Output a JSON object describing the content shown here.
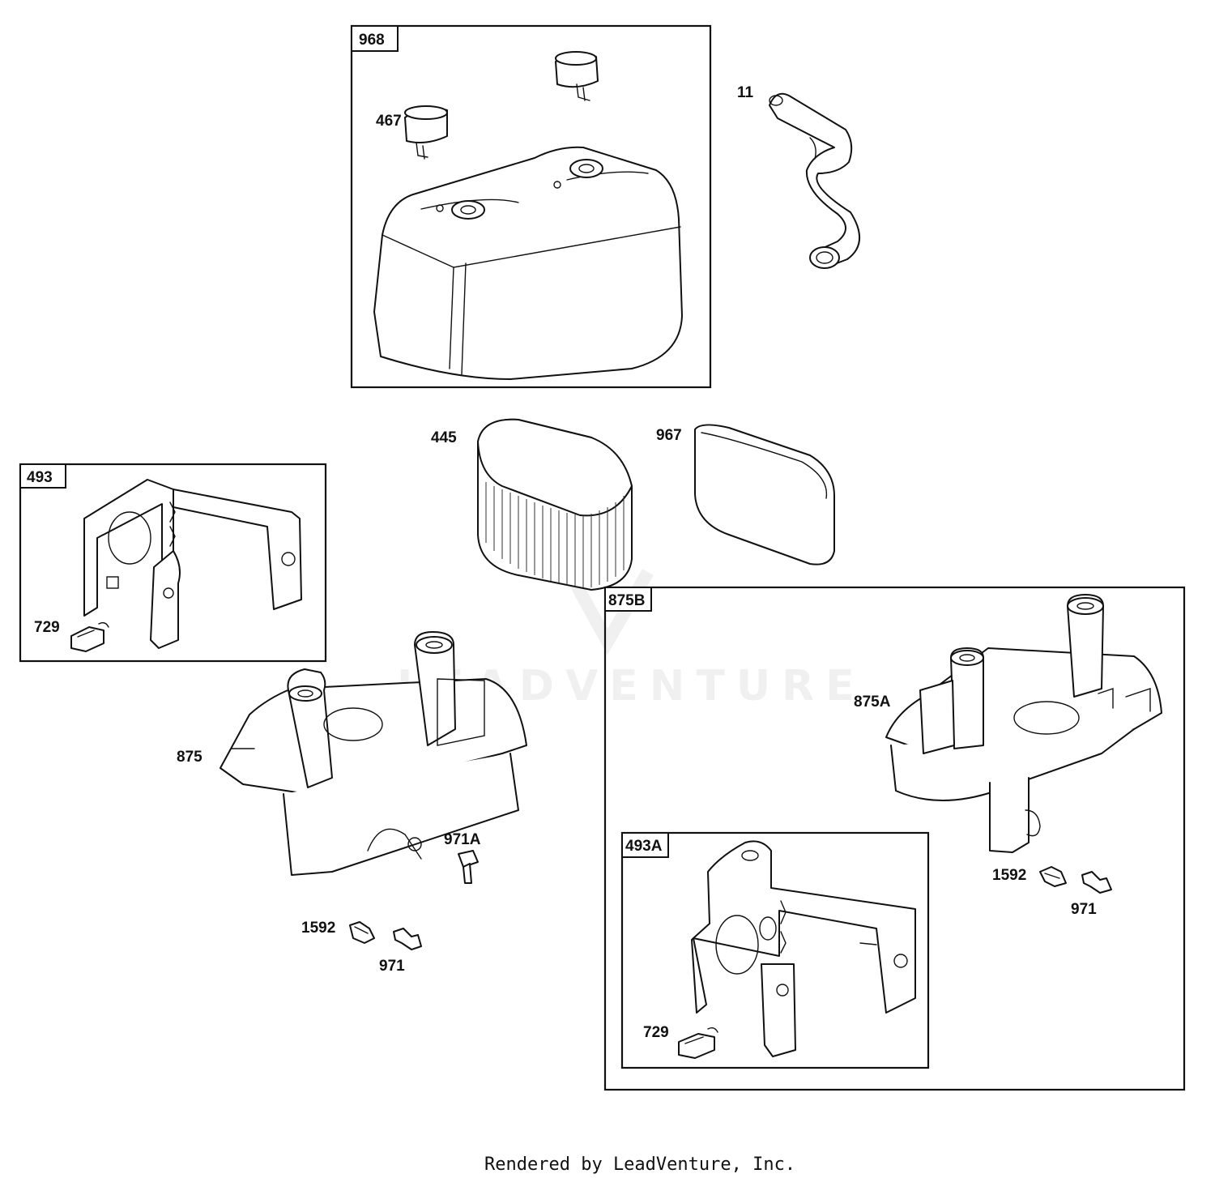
{
  "kits": [
    {
      "id": "968",
      "label": "968"
    },
    {
      "id": "493",
      "label": "493"
    },
    {
      "id": "875B",
      "label": "875B"
    },
    {
      "id": "493A",
      "label": "493A"
    }
  ],
  "callouts": {
    "c467": "467",
    "c11": "11",
    "c445": "445",
    "c967": "967",
    "c729a": "729",
    "c875": "875",
    "c971A": "971A",
    "c1592a": "1592",
    "c971a": "971",
    "c875A": "875A",
    "c1592b": "1592",
    "c971b": "971",
    "c729b": "729"
  },
  "icons": {
    "fuel_cap": "fuel-cap-icon",
    "cover": "air-cleaner-cover-icon",
    "tube": "breather-tube-icon",
    "filter": "air-filter-cartridge-icon",
    "prefilter": "pre-cleaner-icon",
    "bracket": "bracket-icon",
    "clip": "wire-clip-icon",
    "base": "air-cleaner-base-icon",
    "screw": "screw-icon"
  },
  "watermark": "LEADVENTURE",
  "footer": "Rendered by LeadVenture, Inc."
}
